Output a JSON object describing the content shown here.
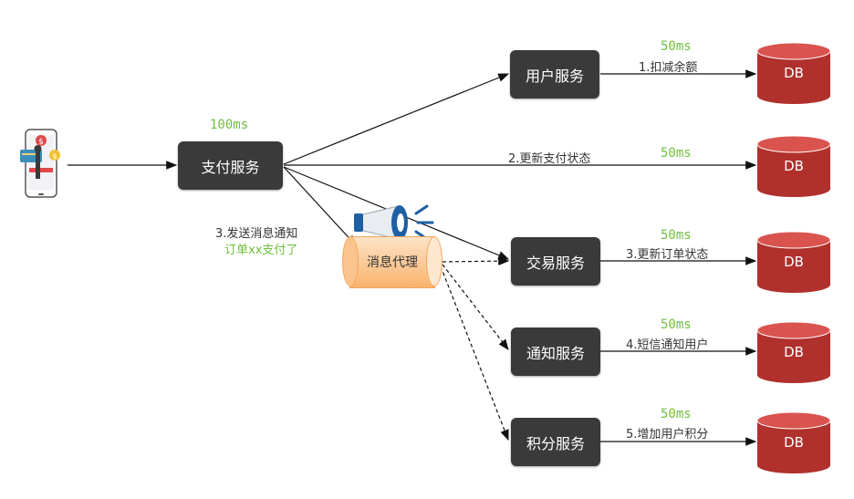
{
  "payment_service": {
    "label": "支付服务",
    "latency": "100ms"
  },
  "broker": {
    "label": "消息代理",
    "send_line1": "3.发送消息通知",
    "send_line2": "订单xx支付了"
  },
  "services": [
    {
      "label": "用户服务",
      "action": "1.扣减余额",
      "latency": "50ms"
    },
    {
      "label": "交易服务",
      "action": "3.更新订单状态",
      "latency": "50ms"
    },
    {
      "label": "通知服务",
      "action": "4.短信通知用户",
      "latency": "50ms"
    },
    {
      "label": "积分服务",
      "action": "5.增加用户积分",
      "latency": "50ms"
    }
  ],
  "direct_update": {
    "action": "2.更新支付状态",
    "latency": "50ms"
  },
  "db_label": "DB",
  "icons": [
    "mobile-payment-icon",
    "megaphone-icon"
  ],
  "colors": {
    "service": "#3a3a3a",
    "db": "#b0302c",
    "latency": "#6fbf3a",
    "broker": "#f9b36d"
  }
}
